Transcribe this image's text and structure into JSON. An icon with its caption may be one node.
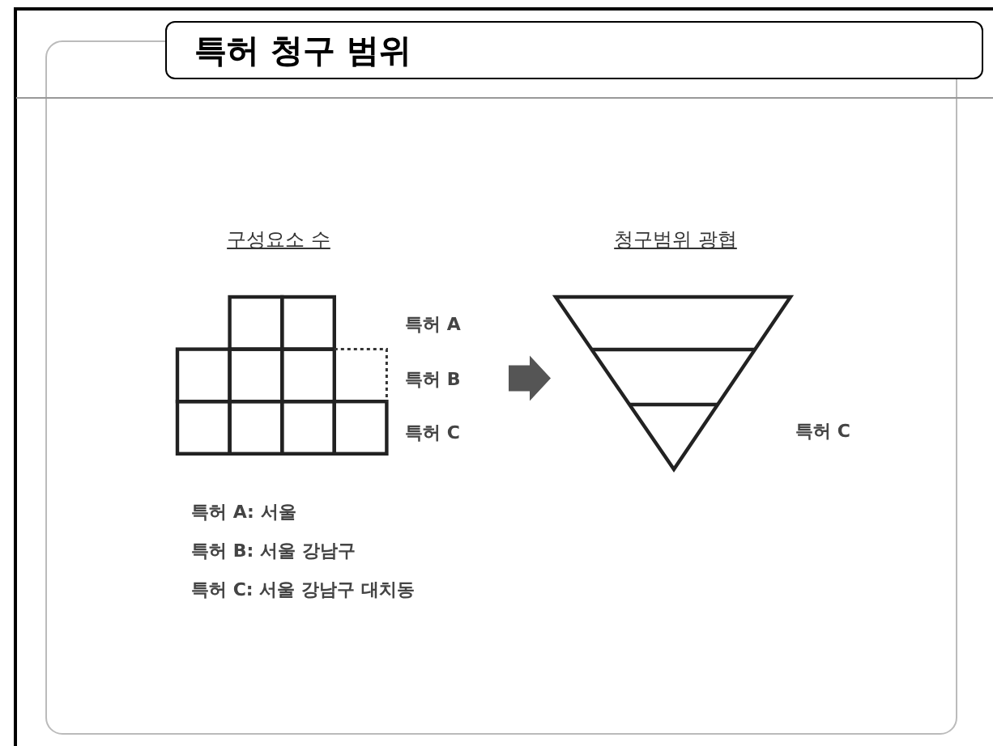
{
  "diagram": {
    "title": "특허 청구 범위",
    "nodes": [
      {
        "text": [],
        "shape": "box",
        "beside": [
          "특허 A",
          "특허 B",
          "특허 C"
        ]
      },
      {
        "text": [],
        "shape": "triangle",
        "beside": [
          "특허 C"
        ]
      }
    ],
    "edges": [
      {
        "from": 0,
        "to": 1,
        "arrow": "to",
        "style": "thick"
      }
    ],
    "labels": [
      "구성요소 수",
      "청구범위 광협",
      "특허 A: 서울",
      "특허 B: 서울 강남구",
      "특허 C: 서울 강남구 대치동"
    ]
  }
}
